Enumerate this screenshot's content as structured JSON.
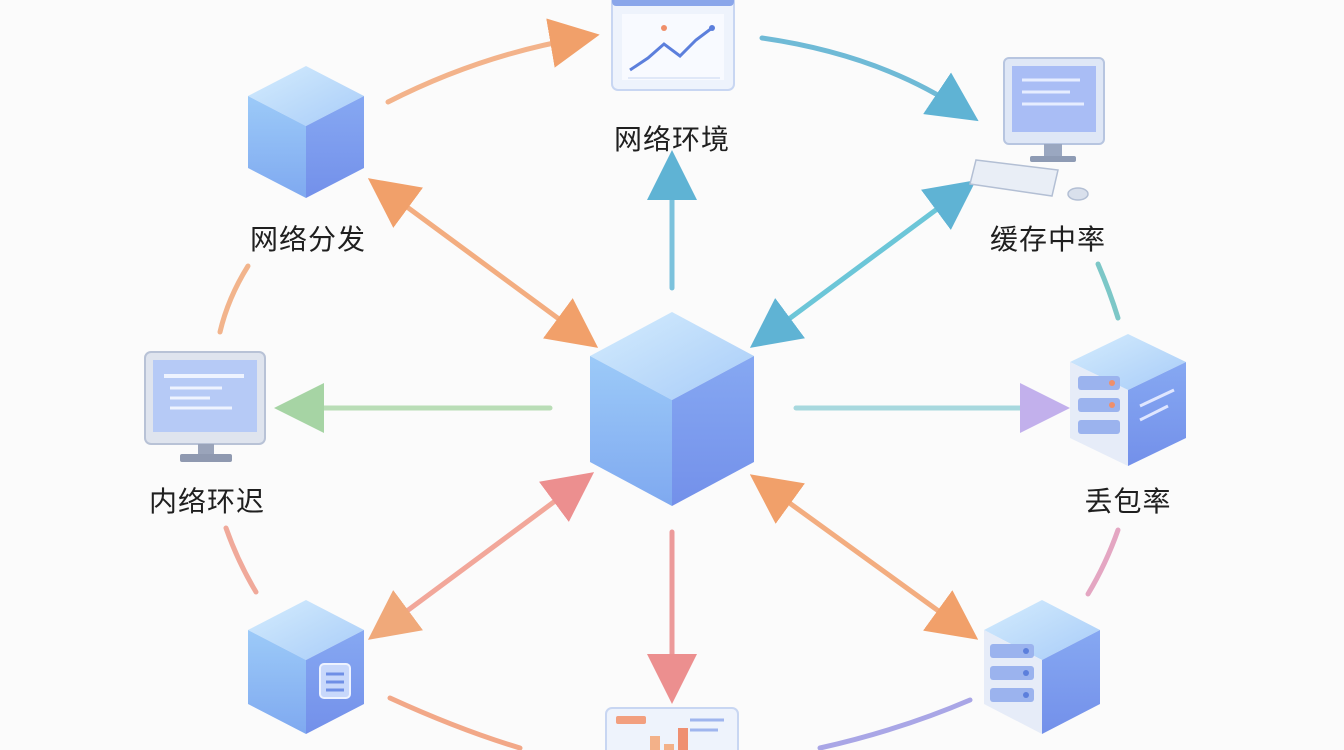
{
  "nodes": {
    "top": {
      "label": "网络环境",
      "icon": "line-chart-dashboard-icon"
    },
    "top_left": {
      "label": "网络分发",
      "icon": "cube-icon"
    },
    "top_right": {
      "label": "缓存中率",
      "icon": "desktop-computer-icon"
    },
    "left": {
      "label": "内络环迟",
      "icon": "monitor-icon"
    },
    "right": {
      "label": "丢包率",
      "icon": "server-rack-icon"
    },
    "center": {
      "icon": "central-cube-icon"
    },
    "bottom_left": {
      "icon": "cube-list-icon"
    },
    "bottom": {
      "icon": "bar-chart-dashboard-icon"
    },
    "bottom_right": {
      "icon": "server-cube-icon"
    }
  },
  "colors": {
    "cube_light": "#b9dcfb",
    "cube_mid": "#8fb6f4",
    "cube_dark": "#7b9bf0",
    "arrow_orange": "#f2a774",
    "arrow_blue": "#6fbad6",
    "arrow_green": "#a8d8a8",
    "arrow_red": "#ef9b9b",
    "arrow_purple": "#b8a8e8"
  }
}
